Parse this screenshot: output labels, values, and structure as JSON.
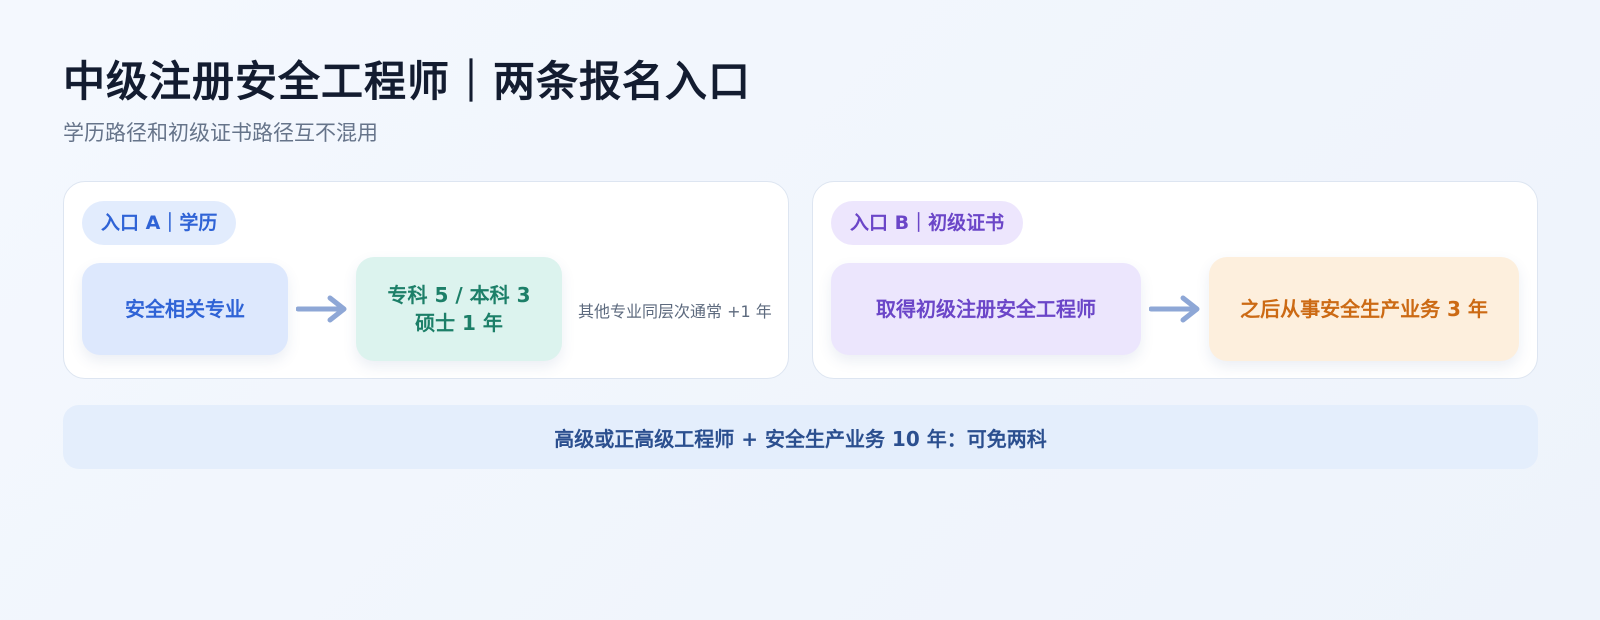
{
  "header": {
    "title": "中级注册安全工程师｜两条报名入口",
    "subtitle": "学历路径和初级证书路径互不混用"
  },
  "entry_a": {
    "tag": "入口 A｜学历",
    "start": "安全相关专业",
    "result_line1": "专科 5 / 本科 3",
    "result_line2": "硕士 1 年",
    "note": "其他专业同层次通常 +1 年"
  },
  "entry_b": {
    "tag": "入口 B｜初级证书",
    "start": "取得初级注册安全工程师",
    "result": "之后从事安全生产业务 3 年"
  },
  "footer": {
    "text": "高级或正高级工程师 + 安全生产业务 10 年：可免两科"
  },
  "colors": {
    "title": "#131c30",
    "entry_a_accent": "#2f63d6",
    "entry_a_result": "#1c7f68",
    "entry_b_accent": "#6b46c8",
    "entry_b_result": "#cc6a14",
    "arrow": "#8ea7d6",
    "footer_text": "#2b4f8f"
  }
}
